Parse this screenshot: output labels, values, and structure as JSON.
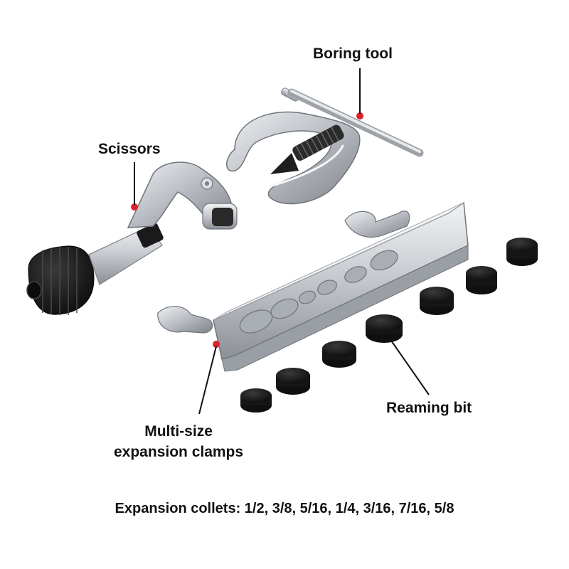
{
  "labels": {
    "boring_tool": "Boring tool",
    "scissors": "Scissors",
    "reaming_bit": "Reaming bit",
    "clamps_line1": "Multi-size",
    "clamps_line2": "expansion clamps"
  },
  "caption": "Expansion collets: 1/2, 3/8, 5/16, 1/4, 3/16, 7/16, 5/8",
  "colors": {
    "background": "#ffffff",
    "metal": "#c9ccd1",
    "metal_dark": "#8c9097",
    "rubber": "#1b1b1b",
    "marker": "#e0202a",
    "text": "#111111"
  }
}
